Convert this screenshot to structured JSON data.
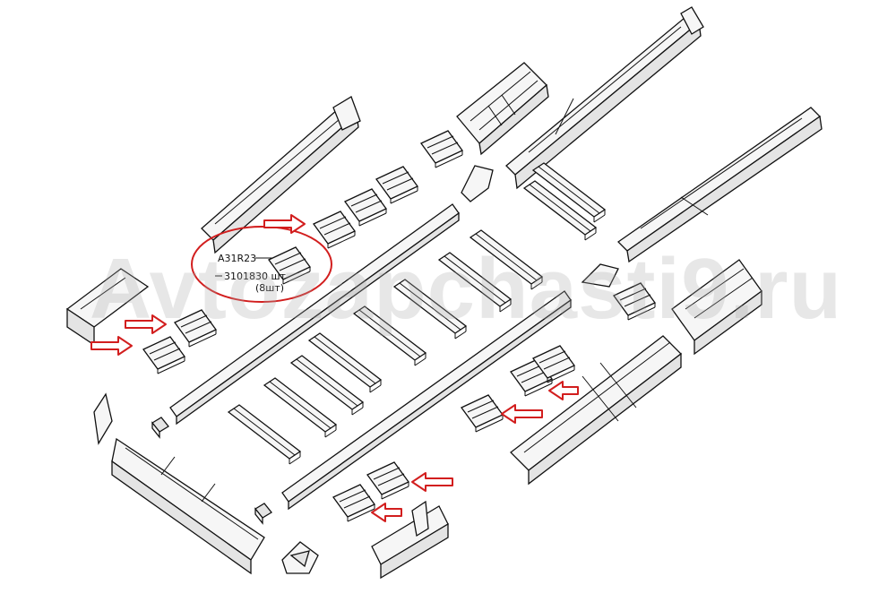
{
  "watermark": "Avtozapchasti9.ru",
  "annotation": {
    "part_code": "A31R23",
    "line2": "3101830 шт",
    "line3": "(8шт)"
  },
  "colors": {
    "highlight": "#d21e1e",
    "ink": "#111111"
  }
}
